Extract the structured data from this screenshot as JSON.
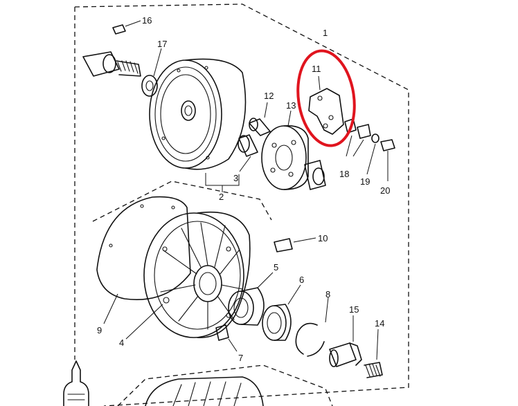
{
  "diagram": {
    "callouts": {
      "c1": "1",
      "c2": "2",
      "c3": "3",
      "c4": "4",
      "c5": "5",
      "c6": "6",
      "c7": "7",
      "c8": "8",
      "c9": "9",
      "c10": "10",
      "c11": "11",
      "c12": "12",
      "c13": "13",
      "c14": "14",
      "c15": "15",
      "c16": "16",
      "c17": "17",
      "c18": "18",
      "c19": "19",
      "c20": "20"
    },
    "highlight_color": "#e0141e",
    "line_color": "#111111"
  }
}
